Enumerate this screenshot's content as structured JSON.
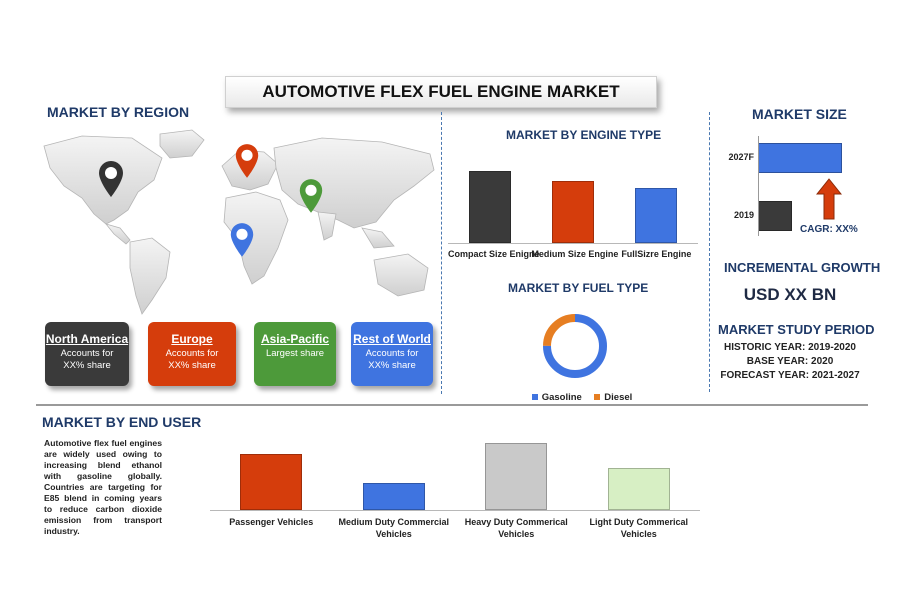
{
  "title": "AUTOMOTIVE FLEX FUEL ENGINE MARKET",
  "region": {
    "heading": "MARKET BY REGION",
    "icons": [
      "location-pin-icon-black",
      "location-pin-icon-red",
      "location-pin-icon-green",
      "location-pin-icon-blue"
    ],
    "boxes": [
      {
        "name": "North America",
        "desc": "Accounts for XX% share",
        "color": "#3a3a3a"
      },
      {
        "name": "Europe",
        "desc": "Accounts for XX% share",
        "color": "#d53d0c"
      },
      {
        "name": "Asia-Pacific",
        "desc": "Largest share",
        "color": "#4d9a3a"
      },
      {
        "name": "Rest of World",
        "desc": "Accounts for XX% share",
        "color": "#3f74e0"
      }
    ]
  },
  "end_user": {
    "heading": "MARKET BY END USER",
    "text": "Automotive flex fuel engines are widely used owing to increasing blend ethanol with gasoline globally. Countries are targeting for E85 blend in coming years to reduce carbon dioxide emission from transport industry."
  },
  "engine_heading": "MARKET BY ENGINE TYPE",
  "fuel_heading": "MARKET BY FUEL TYPE",
  "size": {
    "heading": "MARKET SIZE",
    "cagr": "CAGR: XX%"
  },
  "growth": {
    "heading": "INCREMENTAL GROWTH",
    "value": "USD XX BN"
  },
  "study": {
    "heading": "MARKET STUDY PERIOD",
    "historic": "HISTORIC YEAR: 2019-2020",
    "base": "BASE YEAR: 2020",
    "forecast": "FORECAST YEAR: 2021-2027"
  },
  "colors": {
    "dark": "#3a3a3a",
    "red": "#d53d0c",
    "blue": "#3f74e0",
    "green": "#4d9a3a",
    "orange": "#e67e22",
    "heading": "#1f3a68"
  },
  "chart_data": [
    {
      "type": "bar",
      "title": "MARKET BY ENGINE TYPE",
      "categories": [
        "Compact Size Enigne",
        "Medium Size Engine",
        "FullSizre Engine"
      ],
      "values": [
        73,
        63,
        56
      ],
      "colors": [
        "#3a3a3a",
        "#d53d0c",
        "#3f74e0"
      ],
      "ylim": [
        0,
        100
      ]
    },
    {
      "type": "pie",
      "title": "MARKET BY FUEL TYPE",
      "categories": [
        "Gasoline",
        "Diesel"
      ],
      "values": [
        75,
        25
      ],
      "colors": [
        "#3f74e0",
        "#e67e22"
      ],
      "legend": "bottom"
    },
    {
      "type": "bar",
      "title": "MARKET SIZE",
      "orientation": "horizontal",
      "categories": [
        "2019",
        "2027F"
      ],
      "values": [
        40,
        100
      ],
      "colors": [
        "#3a3a3a",
        "#3f74e0"
      ],
      "xlim": [
        0,
        100
      ]
    },
    {
      "type": "bar",
      "title": "MARKET BY END USER",
      "categories": [
        "Passenger Vehicles",
        "Medium Duty Commercial Vehicles",
        "Heavy Duty Commerical Vehicles",
        "Light Duty Commerical Vehicles"
      ],
      "values": [
        66,
        32,
        79,
        50
      ],
      "colors": [
        "#d53d0c",
        "#3f74e0",
        "#c9c9c9",
        "#d7efc4"
      ],
      "ylim": [
        0,
        100
      ]
    }
  ]
}
